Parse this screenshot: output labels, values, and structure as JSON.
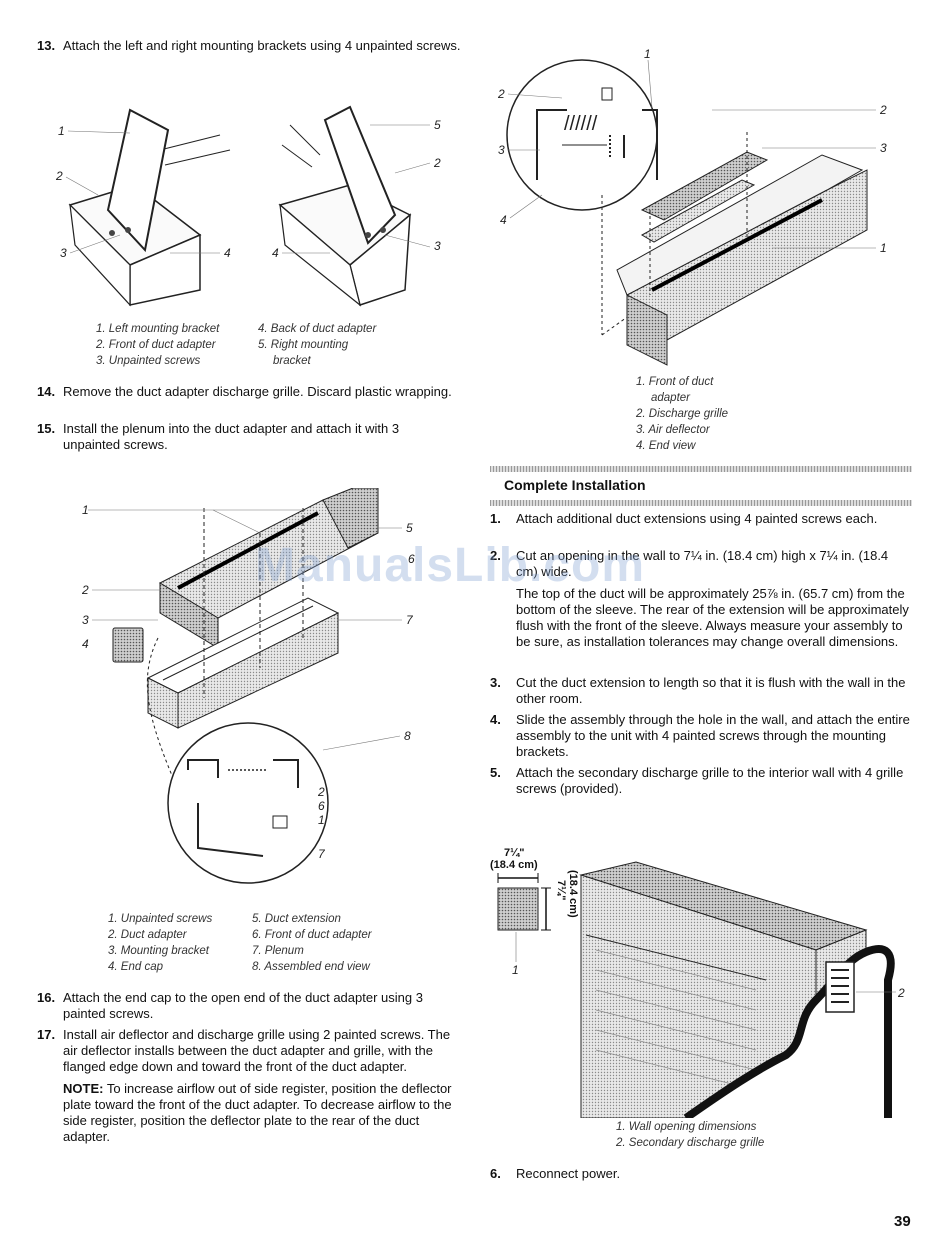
{
  "steps_left": [
    {
      "num": "13.",
      "text": "Attach the left and right mounting brackets using 4 unpainted screws."
    },
    {
      "num": "14.",
      "text": "Remove the duct adapter discharge grille. Discard plastic wrapping."
    },
    {
      "num": "15.",
      "text": "Install the plenum into the duct adapter and attach it with 3 unpainted screws."
    },
    {
      "num": "16.",
      "text": "Attach the end cap to the open end of the duct adapter using 3 painted screws."
    },
    {
      "num": "17.",
      "text": "Install air deflector and discharge grille using 2 painted screws. The air deflector installs between the duct adapter and grille, with the flanged edge down and toward the front of the duct adapter.",
      "note_label": "NOTE:",
      "note": " To increase airflow out of side register, position the deflector plate toward the front of the duct adapter. To decrease airflow to the side register, position the deflector plate to the rear of the duct adapter."
    }
  ],
  "fig_brackets": {
    "captions_col1": [
      "1. Left mounting bracket",
      "2. Front of duct adapter",
      "3. Unpainted screws"
    ],
    "captions_col2": [
      "4. Back of duct adapter",
      "5. Right mounting",
      "bracket"
    ],
    "left_labels": [
      "1",
      "2",
      "3",
      "4"
    ],
    "right_labels": [
      "5",
      "2",
      "3",
      "4"
    ]
  },
  "fig_plenum": {
    "captions_col1": [
      "1. Unpainted screws",
      "2. Duct adapter",
      "3. Mounting bracket",
      "4. End cap"
    ],
    "captions_col2": [
      "5. Duct extension",
      "6. Front of duct adapter",
      "7. Plenum",
      "8. Assembled end view"
    ],
    "labels": [
      "1",
      "2",
      "3",
      "4",
      "5",
      "6",
      "7",
      "8"
    ],
    "inset_labels": [
      "2",
      "6",
      "1",
      "7"
    ]
  },
  "fig_grille": {
    "captions": [
      "1. Front of duct",
      "adapter",
      "2. Discharge grille",
      "3. Air deflector",
      "4. End view"
    ],
    "labels": [
      "1",
      "2",
      "3",
      "4"
    ],
    "inset_labels": [
      "2",
      "3",
      "4",
      "1"
    ]
  },
  "complete": {
    "heading": "Complete Installation",
    "steps": [
      {
        "num": "1.",
        "text": "Attach additional duct extensions using 4 painted screws each."
      },
      {
        "num": "2.",
        "text": "Cut an opening in the wall to 7¼ in. (18.4 cm) high x 7¼ in. (18.4 cm) wide.",
        "extra": "The top of the duct will be approximately 25⅞ in. (65.7 cm) from the bottom of the sleeve. The rear of the extension will be approximately flush with the front of the sleeve. Always measure your assembly to be sure, as installation tolerances may change overall dimensions."
      },
      {
        "num": "3.",
        "text": "Cut the duct extension to length so that it is flush with the wall in the other room."
      },
      {
        "num": "4.",
        "text": "Slide the assembly through the hole in the wall, and attach the entire assembly to the unit with 4 painted screws through the mounting brackets."
      },
      {
        "num": "5.",
        "text": "Attach the secondary discharge grille to the interior wall with 4 grille screws (provided)."
      }
    ],
    "step6": {
      "num": "6.",
      "text": "Reconnect power."
    }
  },
  "fig_wall": {
    "dim_in": "7¼\"",
    "dim_cm": "(18.4 cm)",
    "labels": [
      "1",
      "2"
    ],
    "captions": [
      "1. Wall opening dimensions",
      "2. Secondary discharge grille"
    ]
  },
  "watermark": "ManualsLib.com",
  "page_number": "39"
}
